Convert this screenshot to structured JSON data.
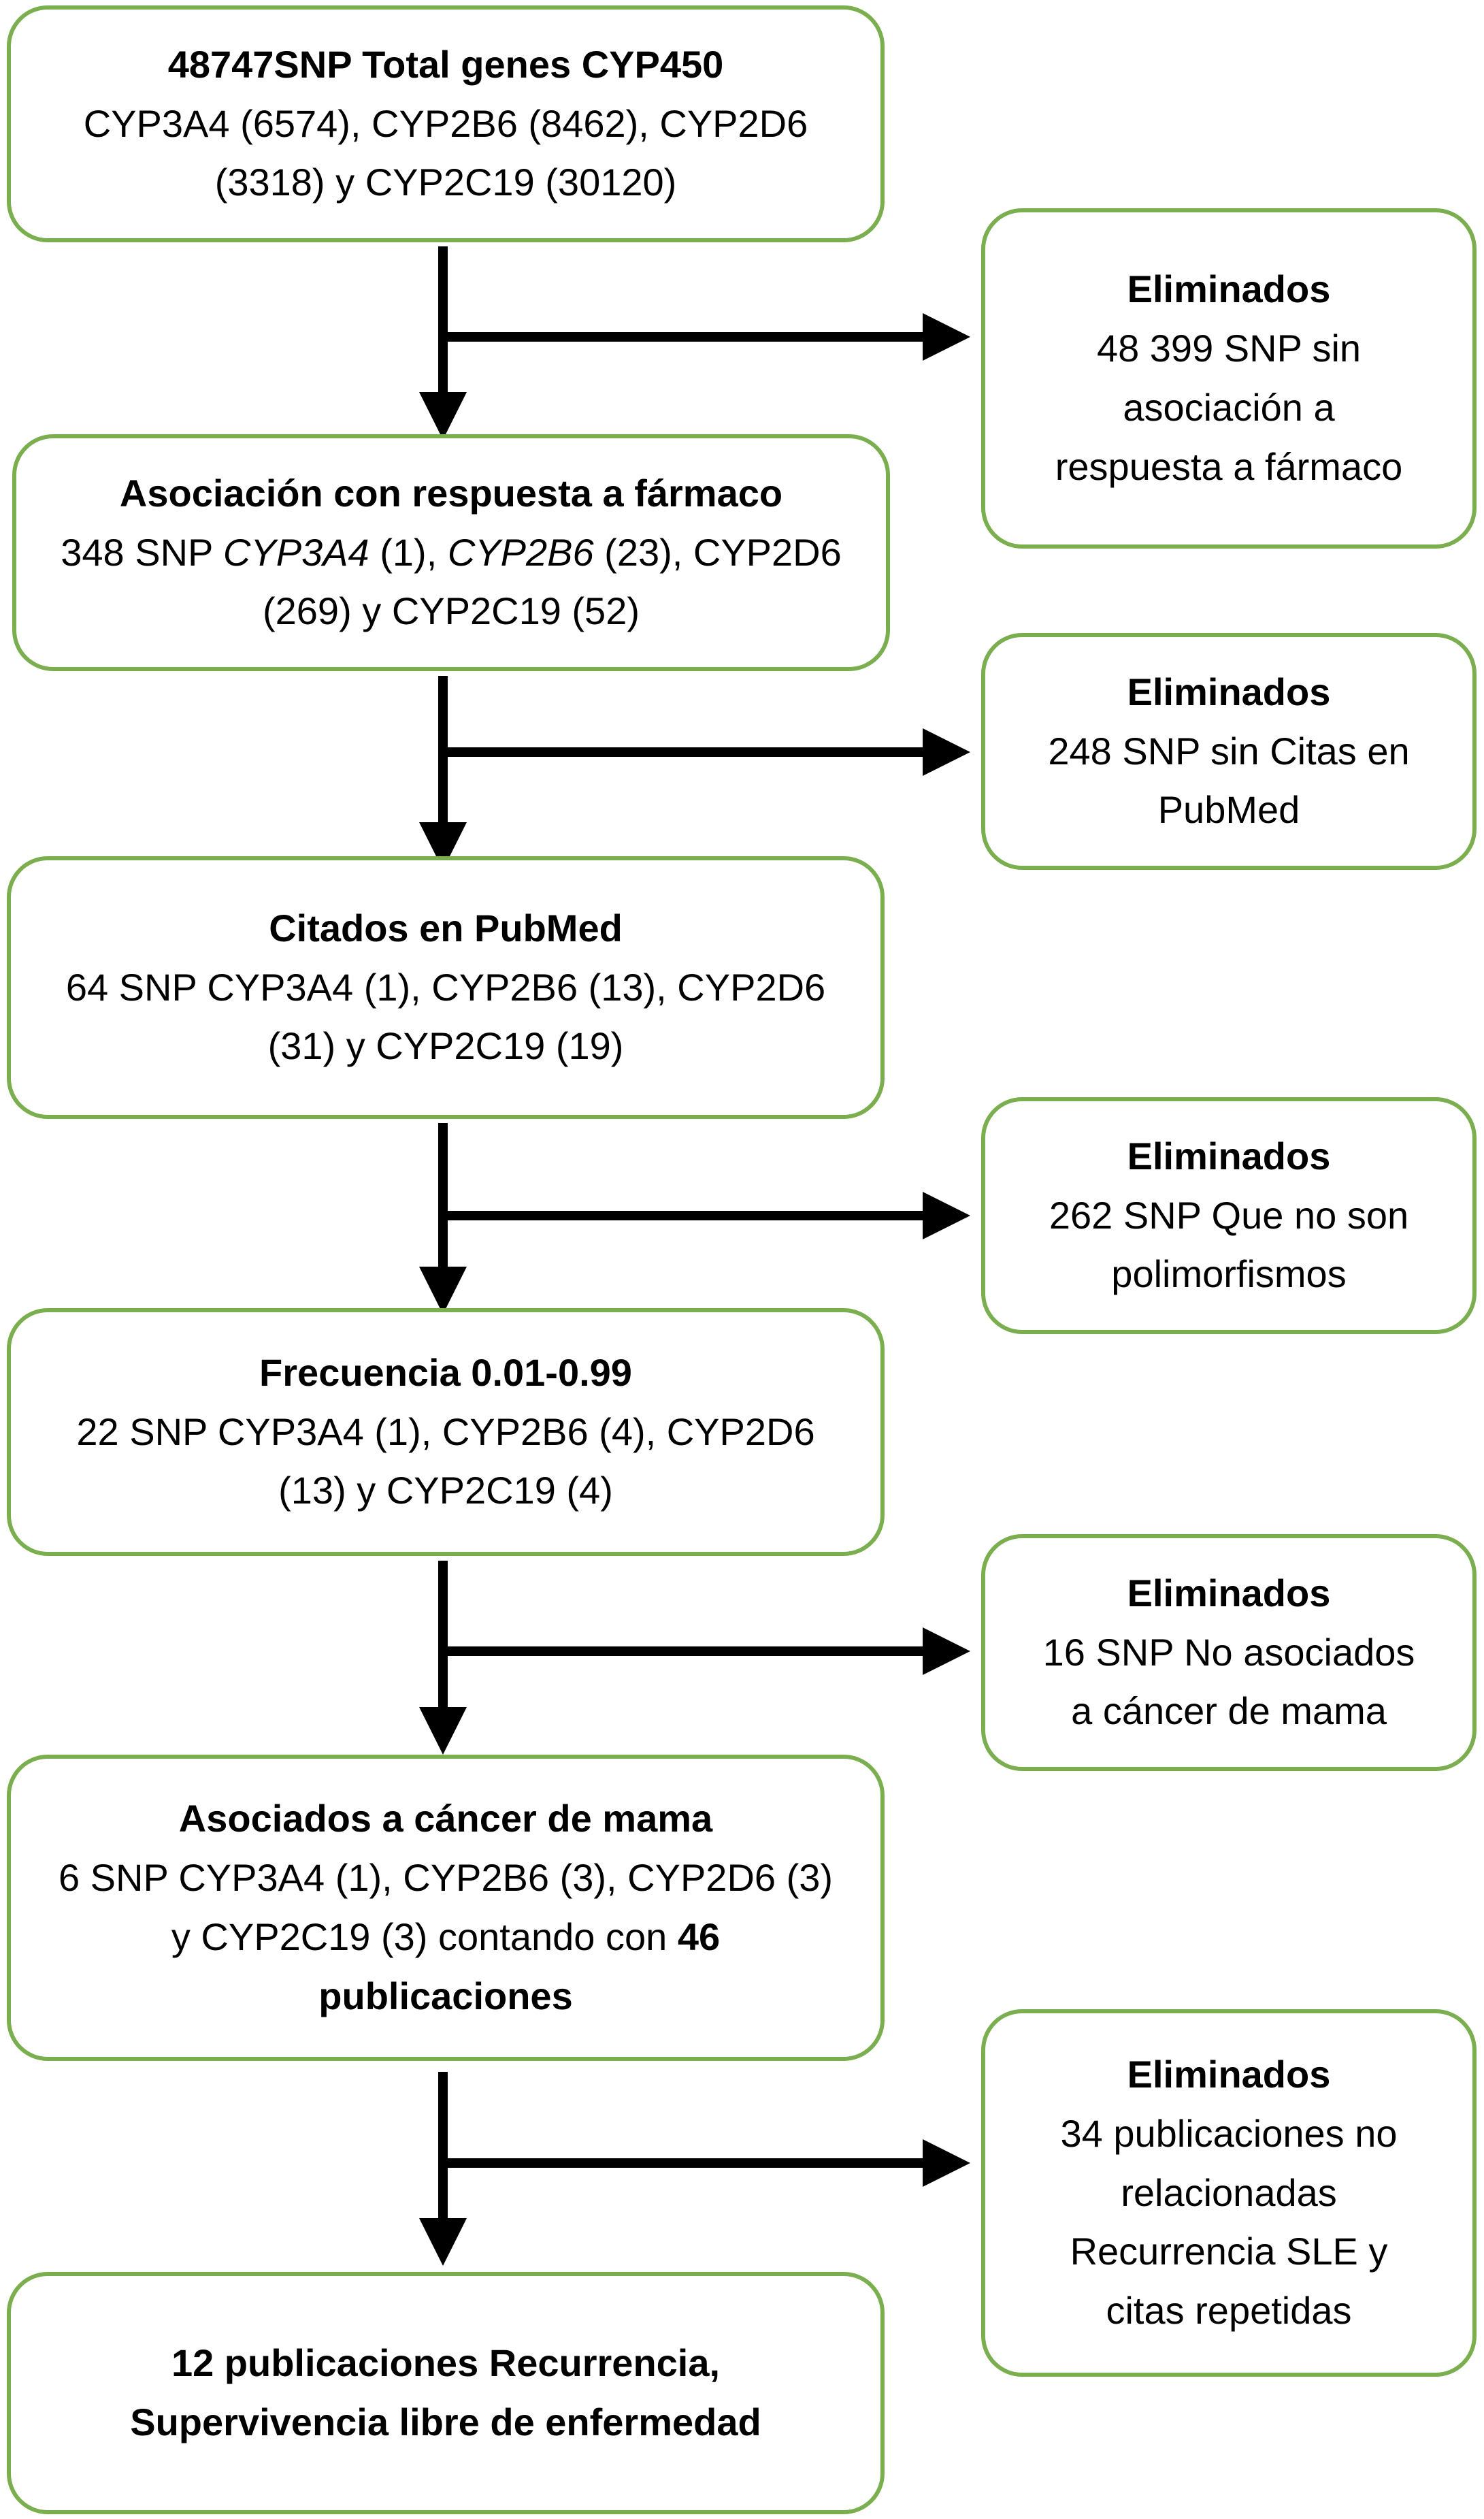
{
  "colors": {
    "box_border": "#7bae4e",
    "arrow": "#000000"
  },
  "main_boxes": [
    {
      "title": "48747SNP Total genes CYP450",
      "lines": [
        "CYP3A4 (6574), CYP2B6 (8462), CYP2D6",
        "(3318) y CYP2C19 (30120)"
      ]
    },
    {
      "title": "Asociación con respuesta a fármaco",
      "lines": [
        "348 SNP CYP3A4 (1), CYP2B6 (23), CYP2D6",
        "(269) y CYP2C19 (52)"
      ]
    },
    {
      "title": "Citados en PubMed",
      "lines": [
        "64 SNP CYP3A4 (1), CYP2B6 (13), CYP2D6",
        "(31) y CYP2C19 (19)"
      ]
    },
    {
      "title": "Frecuencia 0.01-0.99",
      "lines": [
        "22 SNP CYP3A4 (1), CYP2B6 (4), CYP2D6",
        "(13) y CYP2C19 (4)"
      ]
    },
    {
      "title": "Asociados a cáncer de mama",
      "lines": [
        "6 SNP CYP3A4 (1), CYP2B6 (3), CYP2D6 (3)",
        "y CYP2C19 (3) contando con 46",
        "publicaciones"
      ]
    },
    {
      "title": "12 publicaciones Recurrencia,",
      "lines": [
        "Supervivencia libre de enfermedad"
      ]
    }
  ],
  "side_boxes": [
    {
      "title": "Eliminados",
      "lines": [
        "48 399 SNP sin",
        "asociación a",
        "respuesta a fármaco"
      ]
    },
    {
      "title": "Eliminados",
      "lines": [
        "248 SNP sin Citas en",
        "PubMed"
      ]
    },
    {
      "title": "Eliminados",
      "lines": [
        "262 SNP Que no son",
        "polimorfismos"
      ]
    },
    {
      "title": "Eliminados",
      "lines": [
        "16 SNP No asociados",
        "a cáncer de mama"
      ]
    },
    {
      "title": "Eliminados",
      "lines": [
        "34 publicaciones no",
        "relacionadas",
        "Recurrencia SLE y",
        "citas repetidas"
      ]
    }
  ]
}
